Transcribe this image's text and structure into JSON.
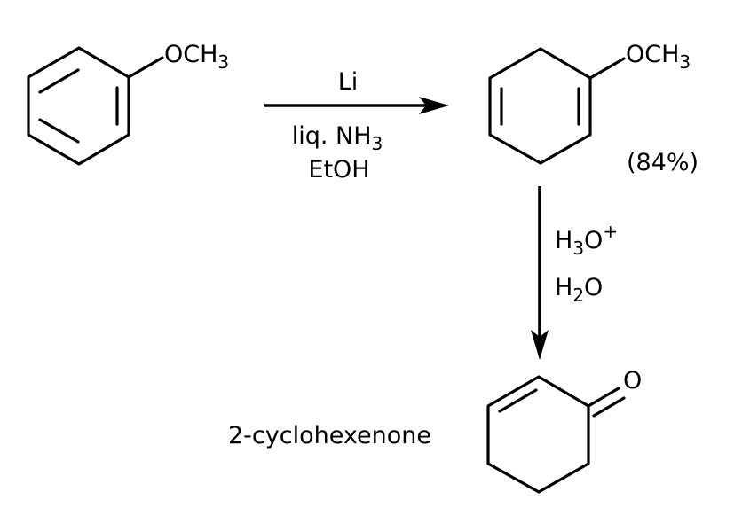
{
  "diagram": {
    "type": "chemical-reaction-scheme",
    "colors": {
      "ink": "#000000",
      "background": "#ffffff"
    },
    "starting_material": {
      "structure": "anisole (benzene ring)",
      "substituent": {
        "main": "OCH",
        "subscript": "3"
      }
    },
    "step1": {
      "reagent_above": "Li",
      "reagent_below_1": {
        "main": "liq. NH",
        "subscript": "3"
      },
      "reagent_below_2": "EtOH"
    },
    "intermediate": {
      "structure": "1-methoxy-1,4-cyclohexadiene",
      "substituent": {
        "main": "OCH",
        "subscript": "3"
      },
      "yield": "(84%)"
    },
    "step2": {
      "reagent_1": {
        "main": "H",
        "subscript": "3",
        "tail": "O",
        "superscript": "+"
      },
      "reagent_2": {
        "main": "H",
        "subscript": "2",
        "tail": "O"
      }
    },
    "product": {
      "name": "2-cyclohexenone",
      "carbonyl_atom": "O"
    }
  }
}
